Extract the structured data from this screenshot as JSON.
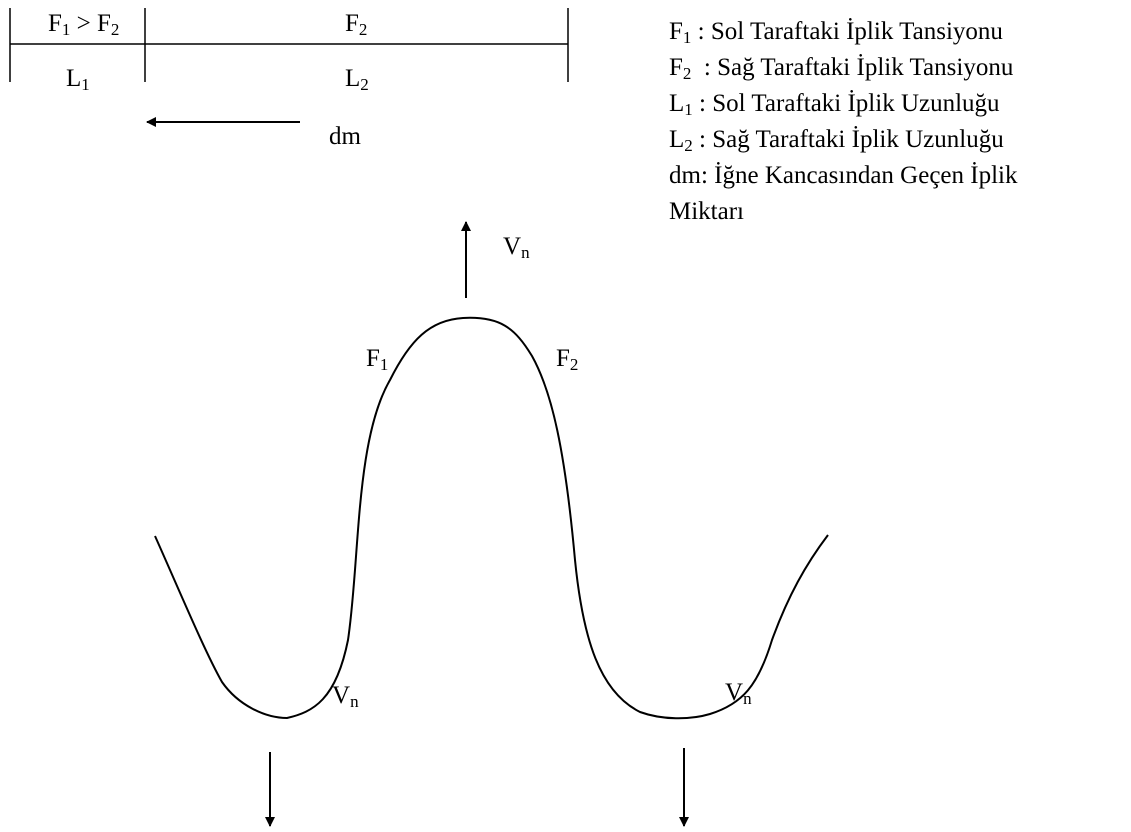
{
  "top_bar": {
    "cell1_top": {
      "a": "F",
      "a_sub": "1",
      "op": " > ",
      "b": "F",
      "b_sub": "2"
    },
    "cell2_top": {
      "a": "F",
      "a_sub": "2"
    },
    "cell1_bottom": {
      "a": "L",
      "a_sub": "1"
    },
    "cell2_bottom": {
      "a": "L",
      "a_sub": "2"
    }
  },
  "dm_label": "dm",
  "curve_labels": {
    "top_velocity": {
      "a": "V",
      "a_sub": "n"
    },
    "left_tension": {
      "a": "F",
      "a_sub": "1"
    },
    "right_tension": {
      "a": "F",
      "a_sub": "2"
    },
    "left_velocity": {
      "a": "V",
      "a_sub": "n"
    },
    "right_velocity": {
      "a": "V",
      "a_sub": "n"
    }
  },
  "legend": [
    {
      "sym": "F",
      "sub": "1",
      "text": " : Sol Taraftaki İplik Tansiyonu"
    },
    {
      "sym": "F",
      "sub": "2",
      "text": "  : Sağ Taraftaki İplik Tansiyonu"
    },
    {
      "sym": "L",
      "sub": "1",
      "text": " : Sol Taraftaki İplik Uzunluğu"
    },
    {
      "sym": "L",
      "sub": "2",
      "text": " : Sağ Taraftaki İplik Uzunluğu"
    },
    {
      "sym": "dm: İğne Kancasından Geçen İplik",
      "sub": "",
      "text": ""
    },
    {
      "sym": "Miktarı",
      "sub": "",
      "text": ""
    }
  ]
}
